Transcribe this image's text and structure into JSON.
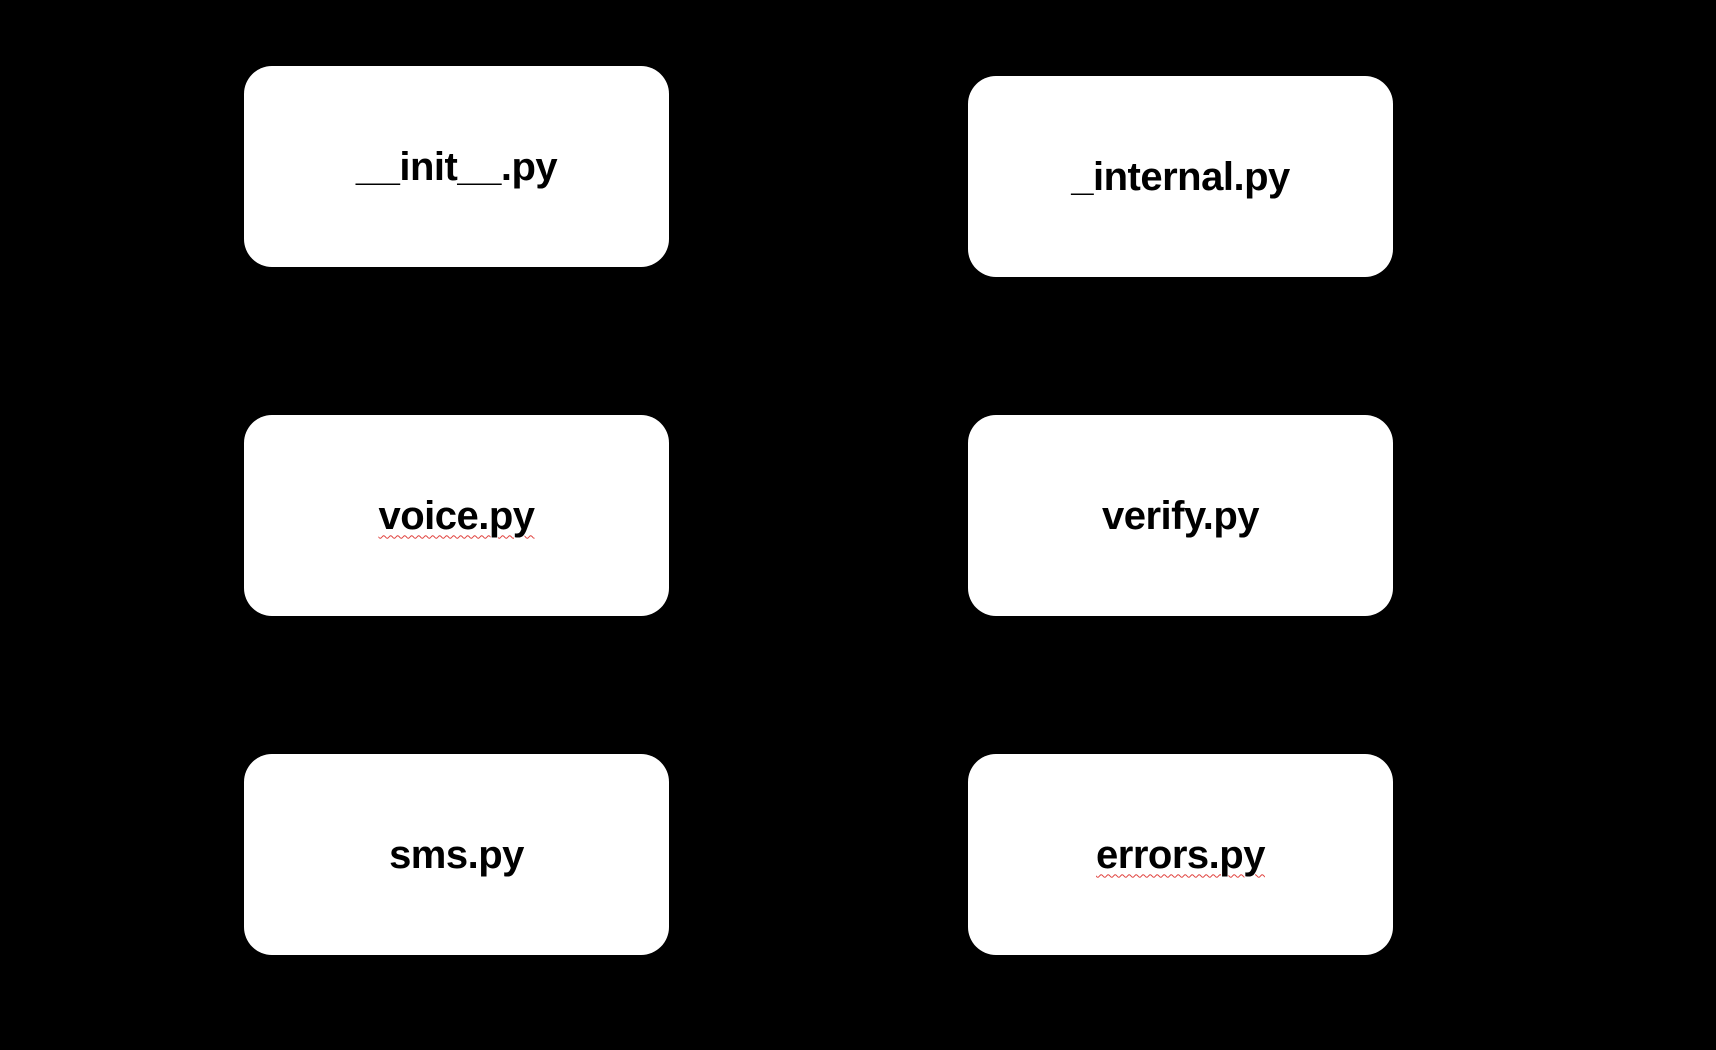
{
  "diagram": {
    "background_color": "#000000",
    "node_color": "#ffffff",
    "text_color": "#000000",
    "spellcheck_color": "#e0403c",
    "nodes": [
      {
        "label": "__init__.py",
        "spellcheck_underline": false
      },
      {
        "label": "_internal.py",
        "spellcheck_underline": false
      },
      {
        "label": "voice.py",
        "spellcheck_underline": true
      },
      {
        "label": "verify.py",
        "spellcheck_underline": false
      },
      {
        "label": "sms.py",
        "spellcheck_underline": false
      },
      {
        "label": "errors.py",
        "spellcheck_underline": true
      }
    ]
  }
}
